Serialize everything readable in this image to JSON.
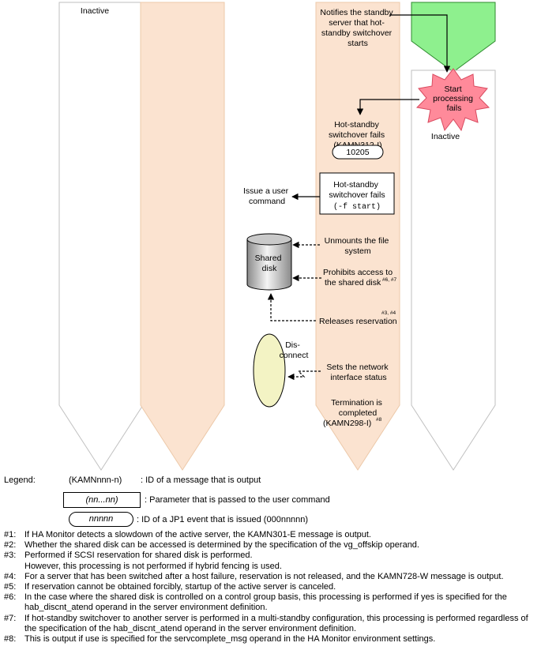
{
  "lanes": {
    "left_label": "Inactive",
    "right_label": "Inactive"
  },
  "steps": {
    "notify_line1": "Notifies the standby",
    "notify_line2": "server that hot-",
    "notify_line3": "standby switchover",
    "notify_line4": "starts",
    "start_fail_line1": "Start",
    "start_fail_line2": "processing",
    "start_fail_line3": "fails",
    "hs_fail_line1": "Hot-standby",
    "hs_fail_line2": "switchover fails",
    "hs_fail_msg": "(KAMN312-I)",
    "event_id": "10205",
    "cmd_box_line1": "Hot-standby",
    "cmd_box_line2": "switchover fails",
    "cmd_box_param": "(-f start)",
    "issue_cmd_line1": "Issue a user",
    "issue_cmd_line2": "command",
    "shared_disk_line1": "Shared",
    "shared_disk_line2": "disk",
    "unmount_line1": "Unmounts the file",
    "unmount_line2": "system",
    "prohibit_line1": "Prohibits access to",
    "prohibit_line2": "the shared disk",
    "prohibit_sup": "#6, #7",
    "release_sup": "#3, #4",
    "release_text": "Releases reservation",
    "disconnect_line1": "Dis-",
    "disconnect_line2": "connect",
    "network_line1": "Sets the network",
    "network_line2": "interface status",
    "term_line1": "Termination is",
    "term_line2": "completed",
    "term_msg": "(KAMN298-I)",
    "term_sup": "#8"
  },
  "legend": {
    "title": "Legend:",
    "msg_symbol": "(KAMNnnn-n)",
    "msg_desc": ": ID of a message that is output",
    "param_symbol": "(nn...nn)",
    "param_desc": ": Parameter that is passed to the user command",
    "event_symbol": "nnnnn",
    "event_desc": ": ID of a JP1 event that is issued (000nnnnn)"
  },
  "notes": [
    {
      "id": "#1:",
      "text": "If HA Monitor detects a slowdown of the active server, the KAMN301-E message is output."
    },
    {
      "id": "#2:",
      "text": "Whether the shared disk can be accessed is determined by the specification of the vg_offskip operand."
    },
    {
      "id": "#3:",
      "text": "Performed if SCSI reservation for shared disk is performed."
    },
    {
      "id": "",
      "text": "However, this processing is not performed if hybrid fencing is used."
    },
    {
      "id": "#4:",
      "text": "For a server that has been switched after a host failure, reservation is not released, and the KAMN728-W message is output."
    },
    {
      "id": "#5:",
      "text": "If reservation cannot be obtained forcibly, startup of the active server is canceled."
    },
    {
      "id": "#6:",
      "text": "In the case where the shared disk is controlled on a control group basis, this processing is performed if yes is specified for the hab_discnt_atend operand in the server environment definition."
    },
    {
      "id": "#7:",
      "text": "If hot-standby switchover to another server is performed in a multi-standby configuration, this processing is performed regardless of the specification of the hab_discnt_atend operand in the server environment definition."
    },
    {
      "id": "#8:",
      "text": "This is output if use is specified for the servcomplete_msg operand in the HA Monitor environment settings."
    }
  ],
  "colors": {
    "lane_fill": "#fbe3d0",
    "lane_stroke": "#ecc8a8",
    "start_green": "#8ef08e",
    "burst_pink": "#ff8a9a",
    "oval_yellow": "#f3f3c4"
  }
}
